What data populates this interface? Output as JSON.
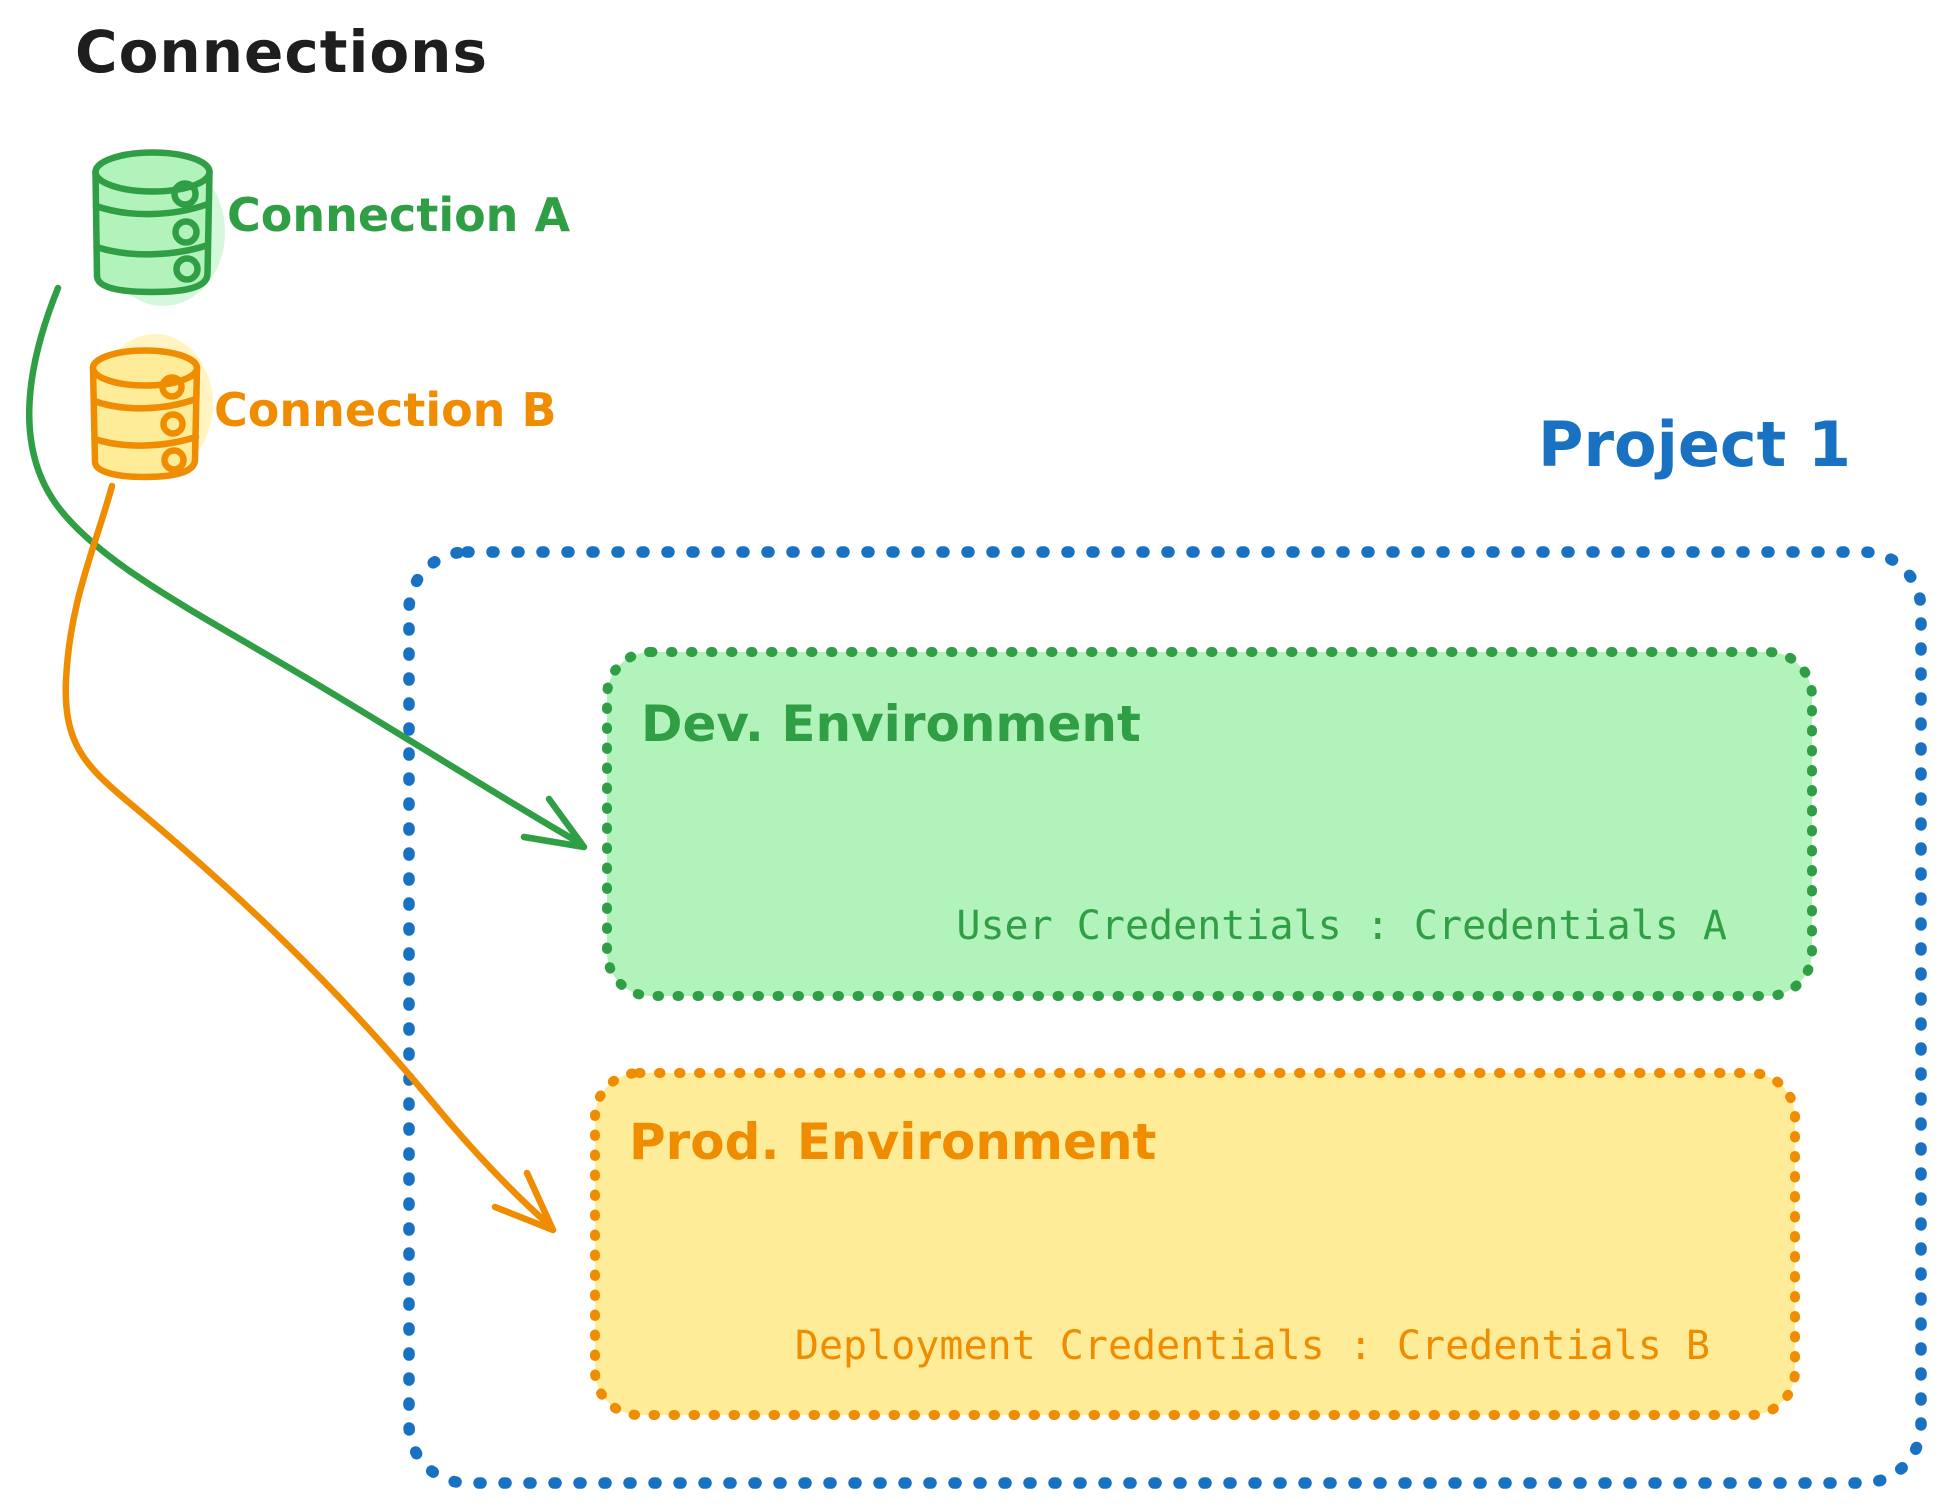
{
  "title": "Connections",
  "palette": {
    "black": "#1e1e1e",
    "green": "#2f9e44",
    "green_fill": "#b2f2bb",
    "orange": "#f08c00",
    "orange_fill": "#ffec99",
    "blue": "#1971c2",
    "background": "#ffffff"
  },
  "connections": [
    {
      "label": "Connection A",
      "icon": "database-icon",
      "color": "#2f9e44"
    },
    {
      "label": "Connection B",
      "icon": "database-icon",
      "color": "#f08c00"
    }
  ],
  "project": {
    "label": "Project 1",
    "color": "#1971c2",
    "environments": [
      {
        "name": "Dev. Environment",
        "credentials": "User Credentials : Credentials A",
        "color": "#2f9e44"
      },
      {
        "name": "Prod. Environment",
        "credentials": "Deployment Credentials : Credentials B",
        "color": "#f08c00"
      }
    ]
  },
  "arrows": [
    {
      "from": "Connection A",
      "to": "Dev. Environment",
      "color": "#2f9e44"
    },
    {
      "from": "Connection B",
      "to": "Prod. Environment",
      "color": "#f08c00"
    }
  ]
}
